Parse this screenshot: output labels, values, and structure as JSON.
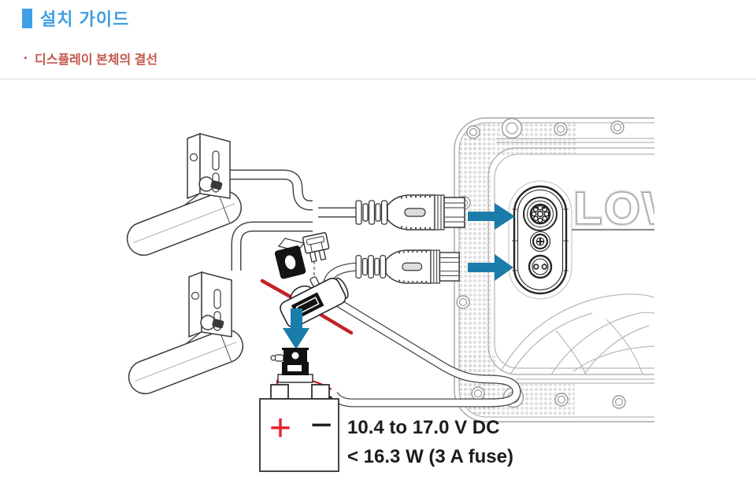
{
  "page": {
    "title": "설치 가이드",
    "subtitle_bullet": "·",
    "subtitle": "디스플레이 본체의 결선"
  },
  "diagram": {
    "power_spec_line1": "10.4 to 17.0 V DC",
    "power_spec_line2": "< 16.3 W (3 A fuse)",
    "battery_positive_label": "+",
    "battery_negative_label": "−",
    "device_logo_text": "LOW",
    "colors": {
      "header_accent": "#3FA0E8",
      "title_text": "#3F9FE0",
      "subtitle_text": "#C6554B",
      "arrow_blue": "#1A7CA8",
      "wire_red": "#C42127",
      "battery_plus_red": "#E8262D",
      "line_dark": "#3C3C3C",
      "line_light": "#A6A6A6"
    }
  }
}
